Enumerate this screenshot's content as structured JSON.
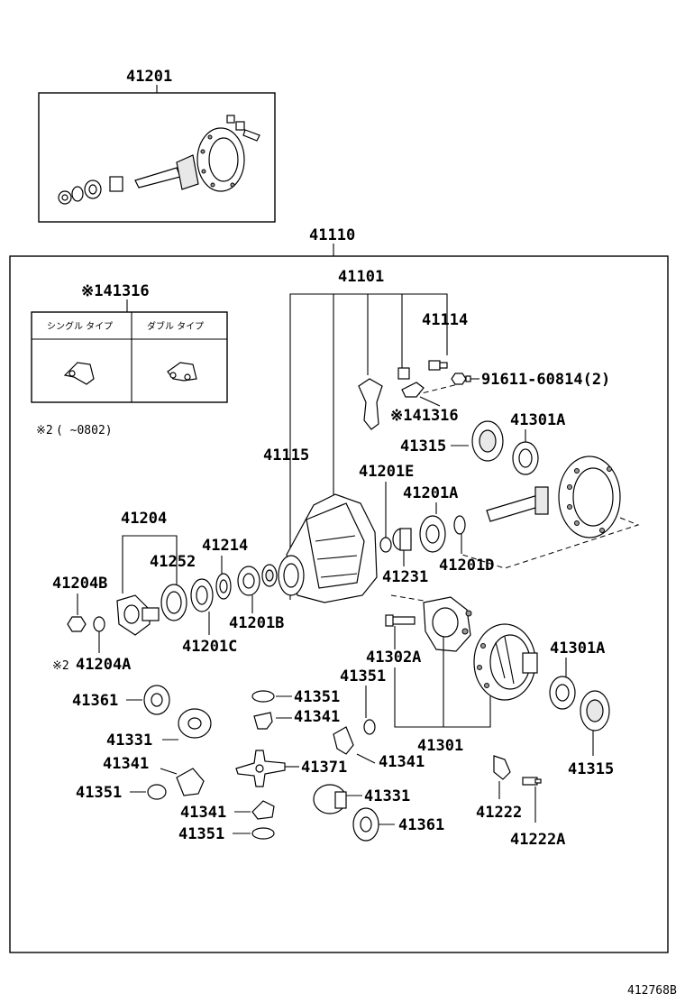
{
  "labels": {
    "l41201": "41201",
    "l41110": "41110",
    "l41101": "41101",
    "l41316_note": "※141316",
    "l41114": "41114",
    "l91611": "91611-60814(2)",
    "l41316": "※141316",
    "l41301A_top": "41301A",
    "l41315_top": "41315",
    "l41115": "41115",
    "l41201E": "41201E",
    "l41201A": "41201A",
    "l41204": "41204",
    "l41252": "41252",
    "l41214": "41214",
    "l41204B": "41204B",
    "l41231": "41231",
    "l41201D": "41201D",
    "l41201B": "41201B",
    "l41201C": "41201C",
    "l41204A": "41204A",
    "l41302A": "41302A",
    "l41301A_bot": "41301A",
    "l41351_a": "41351",
    "l41351_b": "41351",
    "l41361_a": "41361",
    "l41341_a": "41341",
    "l41331_a": "41331",
    "l41301": "41301",
    "l41341_b": "41341",
    "l41371": "41371",
    "l41341_c": "41341",
    "l41315_bot": "41315",
    "l41351_c": "41351",
    "l41331_b": "41331",
    "l41222": "41222",
    "l41341_d": "41341",
    "l41361_b": "41361",
    "l41351_d": "41351",
    "l41222A": "41222A",
    "note2_mark": "※2",
    "note2_text": "(      ~0802)",
    "note2_b": "※2",
    "footer_code": "412768B"
  },
  "table": {
    "header_single": "シングル タイプ",
    "header_double": "ダブル タイプ"
  }
}
